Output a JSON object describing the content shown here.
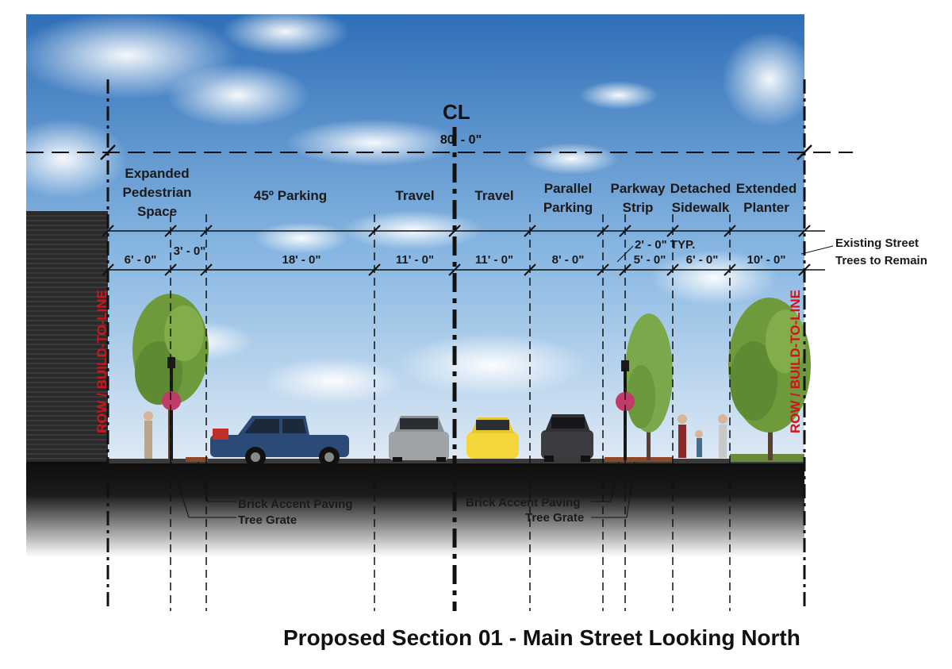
{
  "title": "Proposed Section 01 - Main Street Looking North",
  "centerline_symbol": "CL",
  "total_width": "80' - 0\"",
  "zones": [
    {
      "label": "Expanded\nPedestrian\nSpace"
    },
    {
      "label": "45º Parking"
    },
    {
      "label": "Travel"
    },
    {
      "label": "Travel"
    },
    {
      "label": "Parallel\nParking"
    },
    {
      "label": "Parkway\nStrip"
    },
    {
      "label": "Detached\nSidewalk"
    },
    {
      "label": "Extended\nPlanter"
    }
  ],
  "dimensions": [
    "6' - 0\"",
    "3' - 0\"",
    "18' - 0\"",
    "11' - 0\"",
    "11' - 0\"",
    "8' - 0\"",
    "5' - 0\"",
    "6' - 0\"",
    "10' - 0\""
  ],
  "typical_note": "2' - 0\" TYP.",
  "row_label": "ROW / BUILD-TO-LINE",
  "callouts": {
    "brick_left": "Brick Accent Paving",
    "grate_left": "Tree Grate",
    "brick_right": "Brick Accent Paving",
    "grate_right": "Tree Grate",
    "trees": "Existing Street\nTrees to Remain"
  },
  "colors": {
    "sky_top": "#2f6fb8",
    "sky_bottom": "#d9e8f5",
    "ground": "#111111",
    "row_red": "#d4121b",
    "truck_blue": "#2c4a78"
  }
}
